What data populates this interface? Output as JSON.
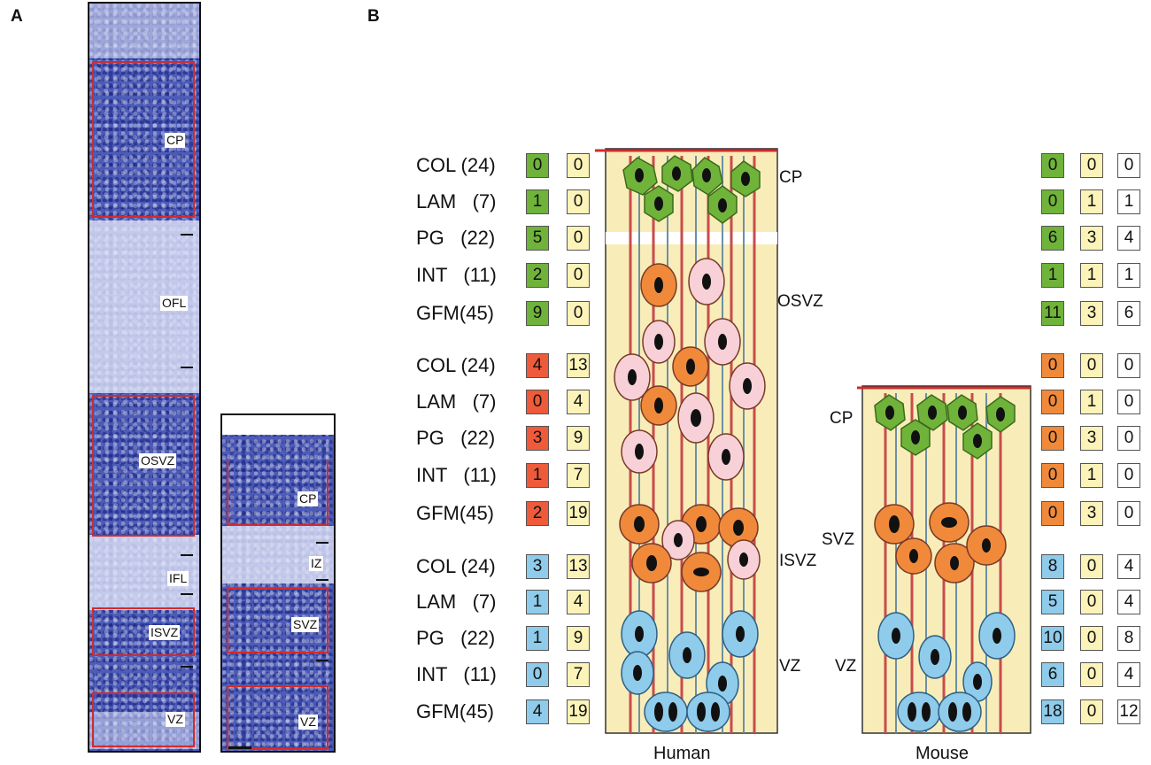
{
  "panel_a": {
    "letter": "A",
    "human_zones": [
      "CP",
      "OFL",
      "OSVZ",
      "IFL",
      "ISVZ",
      "VZ"
    ],
    "mouse_zones": [
      "CP",
      "IZ",
      "SVZ",
      "VZ"
    ]
  },
  "panel_b": {
    "letter": "B",
    "row_labels": [
      "COL (24)",
      "LAM   (7)",
      "PG   (22)",
      "INT   (11)",
      "GFM(45)"
    ],
    "human_zone_labels": {
      "cp": "CP",
      "osvz": "OSVZ",
      "isvz": "ISVZ",
      "vz": "VZ"
    },
    "mouse_zone_labels": {
      "cp": "CP",
      "svz": "SVZ",
      "vz": "VZ"
    },
    "species": {
      "human": "Human",
      "mouse": "Mouse"
    },
    "groups": [
      {
        "color": "#6fb33a",
        "human": [
          [
            "0",
            "0"
          ],
          [
            "1",
            "0"
          ],
          [
            "5",
            "0"
          ],
          [
            "2",
            "0"
          ],
          [
            "9",
            "0"
          ]
        ],
        "mouse": [
          [
            "0",
            "0",
            "0"
          ],
          [
            "0",
            "1",
            "1"
          ],
          [
            "6",
            "3",
            "4"
          ],
          [
            "1",
            "1",
            "1"
          ],
          [
            "11",
            "3",
            "6"
          ]
        ]
      },
      {
        "color": "#ef5a3a",
        "human": [
          [
            "4",
            "13"
          ],
          [
            "0",
            "4"
          ],
          [
            "3",
            "9"
          ],
          [
            "1",
            "7"
          ],
          [
            "2",
            "19"
          ]
        ],
        "mouse": [
          [
            "0",
            "0",
            "0"
          ],
          [
            "0",
            "1",
            "0"
          ],
          [
            "0",
            "3",
            "0"
          ],
          [
            "0",
            "1",
            "0"
          ],
          [
            "0",
            "3",
            "0"
          ]
        ]
      },
      {
        "color": "#8fcbea",
        "human": [
          [
            "3",
            "13"
          ],
          [
            "1",
            "4"
          ],
          [
            "1",
            "9"
          ],
          [
            "0",
            "7"
          ],
          [
            "4",
            "19"
          ]
        ],
        "mouse": [
          [
            "8",
            "0",
            "4"
          ],
          [
            "5",
            "0",
            "4"
          ],
          [
            "10",
            "0",
            "8"
          ],
          [
            "6",
            "0",
            "4"
          ],
          [
            "18",
            "0",
            "12"
          ]
        ]
      }
    ],
    "colors": {
      "green": "#6fb33a",
      "red": "#ef5a3a",
      "orange_mouse": "#f08a3a",
      "blue": "#8fcbea",
      "yellow": "#fbf3b8",
      "white": "#ffffff",
      "column_bg": "#f8edb8"
    }
  }
}
